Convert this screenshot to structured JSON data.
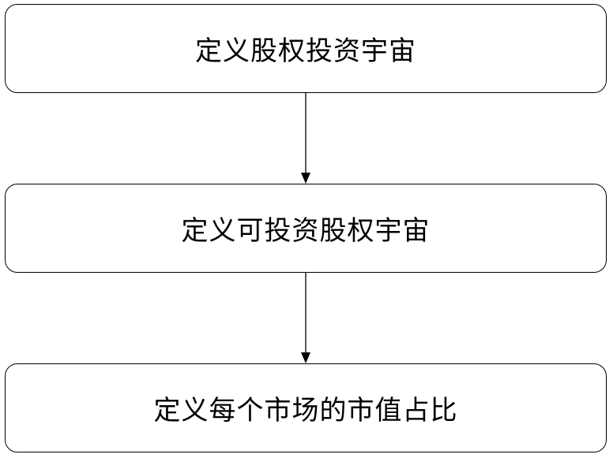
{
  "flowchart": {
    "steps": [
      {
        "label": "定义股权投资宇宙"
      },
      {
        "label": "定义可投资股权宇宙"
      },
      {
        "label": "定义每个市场的市值占比"
      }
    ]
  }
}
